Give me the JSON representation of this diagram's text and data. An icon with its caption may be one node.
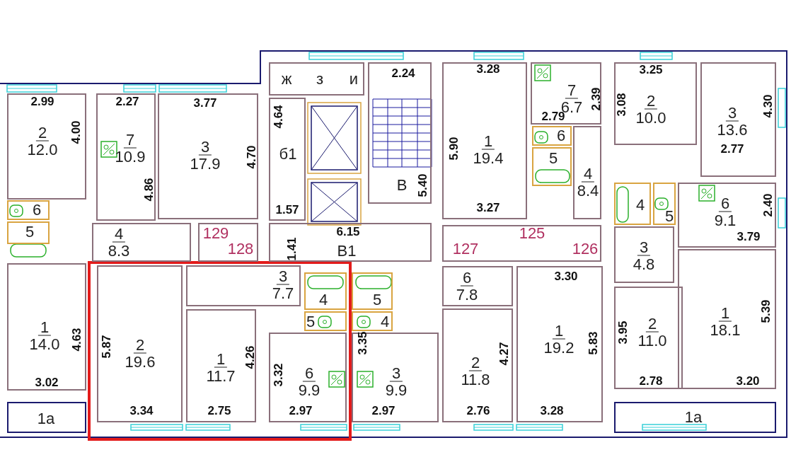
{
  "diagram": {
    "nodes": [
      {
        "text": [
          "2.99",
          "4.00",
          "2",
          "12.0"
        ]
      },
      {
        "text": [
          "2.27",
          "7",
          "10.9",
          "4.86"
        ]
      },
      {
        "text": [
          "3.77",
          "3",
          "4.70",
          "17.9"
        ]
      },
      {
        "text": [
          "ж",
          "з",
          "и"
        ]
      },
      {
        "text": [
          "4.64",
          "б1",
          "1.57"
        ]
      },
      {
        "text": [
          "2.24",
          "5.40",
          "В"
        ]
      },
      {
        "text": [
          "3.28",
          "1",
          "5.90",
          "19.4",
          "3.27"
        ]
      },
      {
        "text": [
          "7",
          "2.39",
          "6.7",
          "2.79"
        ]
      },
      {
        "text": [
          "6"
        ]
      },
      {
        "text": [
          "5"
        ]
      },
      {
        "text": [
          "4",
          "8.4"
        ]
      },
      {
        "text": [
          "3.25",
          "3.08",
          "2",
          "10.0"
        ]
      },
      {
        "text": [
          "4.30",
          "3",
          "13.6",
          "2.77"
        ]
      },
      {
        "text": [
          "4"
        ]
      },
      {
        "text": [
          "5"
        ]
      },
      {
        "text": [
          "2.40",
          "6",
          "9.1",
          "3.79"
        ]
      },
      {
        "text": [
          "3",
          "4.8"
        ]
      },
      {
        "text": [
          "5.39",
          "1",
          "18.1",
          "3.20"
        ]
      },
      {
        "text": [
          "2",
          "3.95",
          "11.0",
          "2.78"
        ]
      },
      {
        "text": [
          "1а"
        ]
      },
      {
        "text": [
          "3.30",
          "1",
          "5.83",
          "19.2",
          "3.28"
        ]
      },
      {
        "text": [
          "6",
          "7.8"
        ]
      },
      {
        "text": [
          "4.27",
          "2",
          "11.8",
          "2.76"
        ]
      },
      {
        "text": [
          "5"
        ]
      },
      {
        "text": [
          "4"
        ]
      },
      {
        "text": [
          "3.35",
          "3",
          "9.9",
          "2.97"
        ]
      },
      {
        "text": [
          "5.87",
          "2",
          "19.6",
          "3.34"
        ]
      },
      {
        "text": [
          "3",
          "7.7"
        ]
      },
      {
        "text": [
          "4.26",
          "1",
          "11.7",
          "2.75"
        ]
      },
      {
        "text": [
          "4"
        ]
      },
      {
        "text": [
          "5"
        ]
      },
      {
        "text": [
          "3.32",
          "6",
          "9.9",
          "2.97"
        ]
      },
      {
        "text": [
          "1",
          "4.63",
          "14.0",
          "3.02"
        ]
      },
      {
        "text": [
          "1а"
        ]
      },
      {
        "text": [
          "4",
          "8.3"
        ]
      },
      {
        "text": [
          "129",
          "128"
        ]
      },
      {
        "text": [
          "6.15",
          "1.41",
          "В1"
        ]
      },
      {
        "text": [
          "125",
          "127",
          "126"
        ]
      },
      {
        "text": [
          "6"
        ]
      },
      {
        "text": [
          "5"
        ]
      }
    ]
  }
}
